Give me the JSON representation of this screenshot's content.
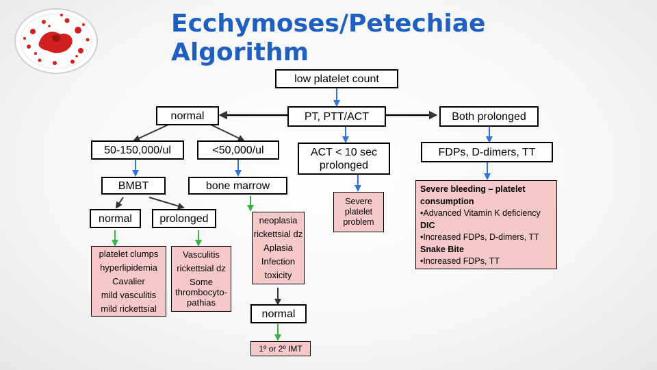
{
  "title": "Ecchymoses/Petechiae Algorithm",
  "logo_icon": "blood-cell-dish-icon",
  "nodes": {
    "low_platelet": "low platelet count",
    "normal_top": "normal",
    "pt_ptt": "PT, PTT/ACT",
    "both_prolonged": "Both prolonged",
    "range_50_150": "50-150,000/ul",
    "lt_50": "<50,000/ul",
    "act_lt10": "ACT < 10 sec prolonged",
    "fdps": "FDPs, D-dimers, TT",
    "bmbt": "BMBT",
    "bone_marrow": "bone marrow",
    "normal_left": "normal",
    "prolonged": "prolonged",
    "normal_marrow": "normal",
    "imt": "1º or 2º IMT",
    "severe_platelet": "Severe platelet problem"
  },
  "lists": {
    "platelet_causes": [
      "platelet clumps",
      "hyperlipidemia",
      "Cavalier",
      "mild vasculitis",
      "mild rickettsial"
    ],
    "prolonged_causes": [
      "Vasculitis",
      "rickettsial dz",
      "Some thrombocyto- pathias"
    ],
    "marrow_causes": [
      "neoplasia",
      "rickettsial dz",
      "Aplasia",
      "Infection",
      "toxicity"
    ]
  },
  "severe_bleeding": [
    {
      "text": "Severe bleeding – platelet consumption",
      "bold": true
    },
    {
      "text": "•Advanced Vitamin K deficiency",
      "bold": false
    },
    {
      "text": "DIC",
      "bold": true
    },
    {
      "text": "•Increased FDPs, D-dimers, TT",
      "bold": false
    },
    {
      "text": "Snake Bite",
      "bold": true
    },
    {
      "text": "•Increased FDPs, TT",
      "bold": false
    }
  ],
  "colors": {
    "title": "#1f5fbf",
    "box_fill_pink": "#f6c9c9",
    "arrow_blue": "#2e75d6",
    "arrow_green": "#3cb043",
    "arrow_dark": "#333333"
  }
}
